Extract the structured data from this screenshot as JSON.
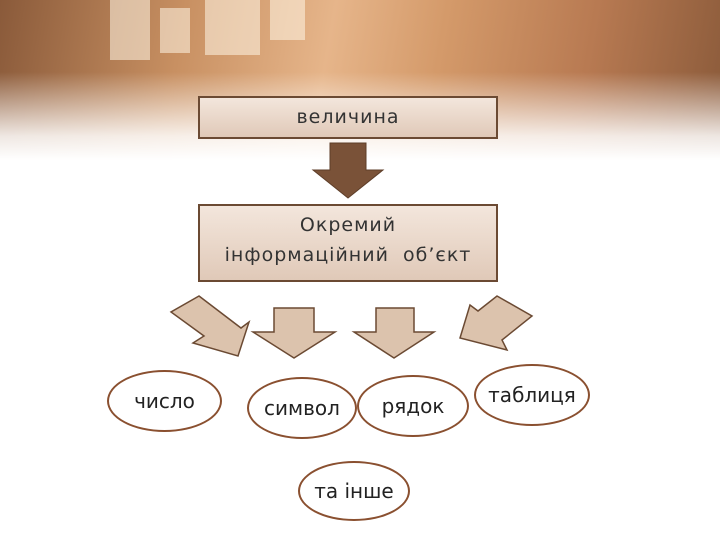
{
  "diagram": {
    "top_box": "величина",
    "middle_box": [
      "Окремий",
      "інформаційний  об’єкт"
    ],
    "ovals": [
      "число",
      "символ",
      "рядок",
      "таблиця",
      "та інше"
    ]
  },
  "colors": {
    "box_fill": "#e8d5c6",
    "box_border": "#6b4a33",
    "down_arrow": "#7a5238",
    "branch_arrows": "#dcc3ad",
    "oval_border": "#8a5030"
  }
}
